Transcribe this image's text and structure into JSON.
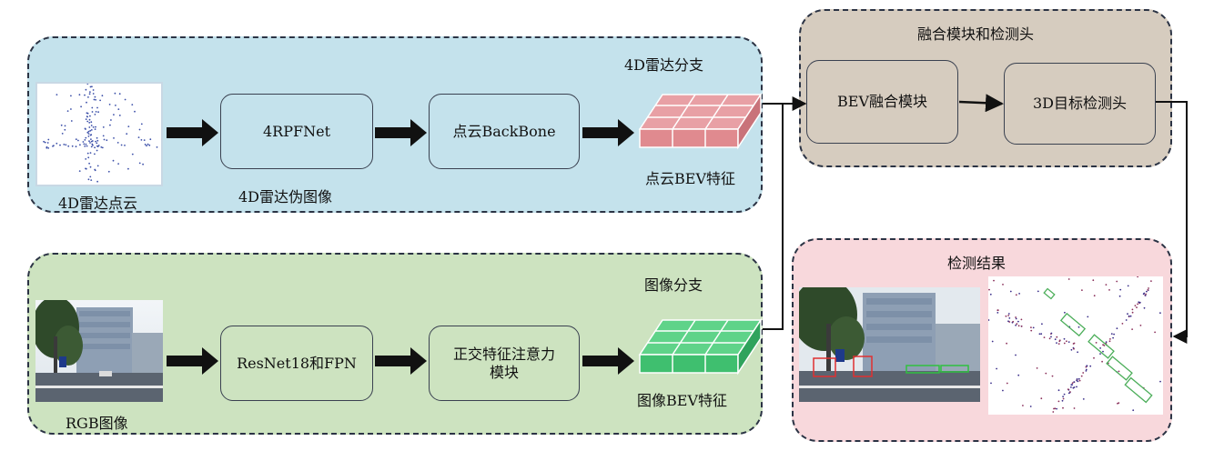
{
  "radar_branch": {
    "title": "4D雷达分支",
    "input_label": "4D雷达点云",
    "module1": "4RPFNet",
    "module1_caption": "4D雷达伪图像",
    "module2": "点云BackBone",
    "feature_label": "点云BEV特征"
  },
  "image_branch": {
    "title": "图像分支",
    "input_label": "RGB图像",
    "module1": "ResNet18和FPN",
    "module2": "正交特征注意力\n模块",
    "feature_label": "图像BEV特征"
  },
  "fusion": {
    "title": "融合模块和检测头",
    "module1": "BEV融合模块",
    "module2": "3D目标检测头"
  },
  "result": {
    "title": "检测结果"
  },
  "colors": {
    "radar_bg": "#c4e2ec",
    "image_bg": "#cde3c0",
    "fusion_bg": "#d6ccbf",
    "result_bg": "#f8d8dc",
    "radar_cube": "#e08a8f",
    "image_cube": "#3fbf6f"
  }
}
